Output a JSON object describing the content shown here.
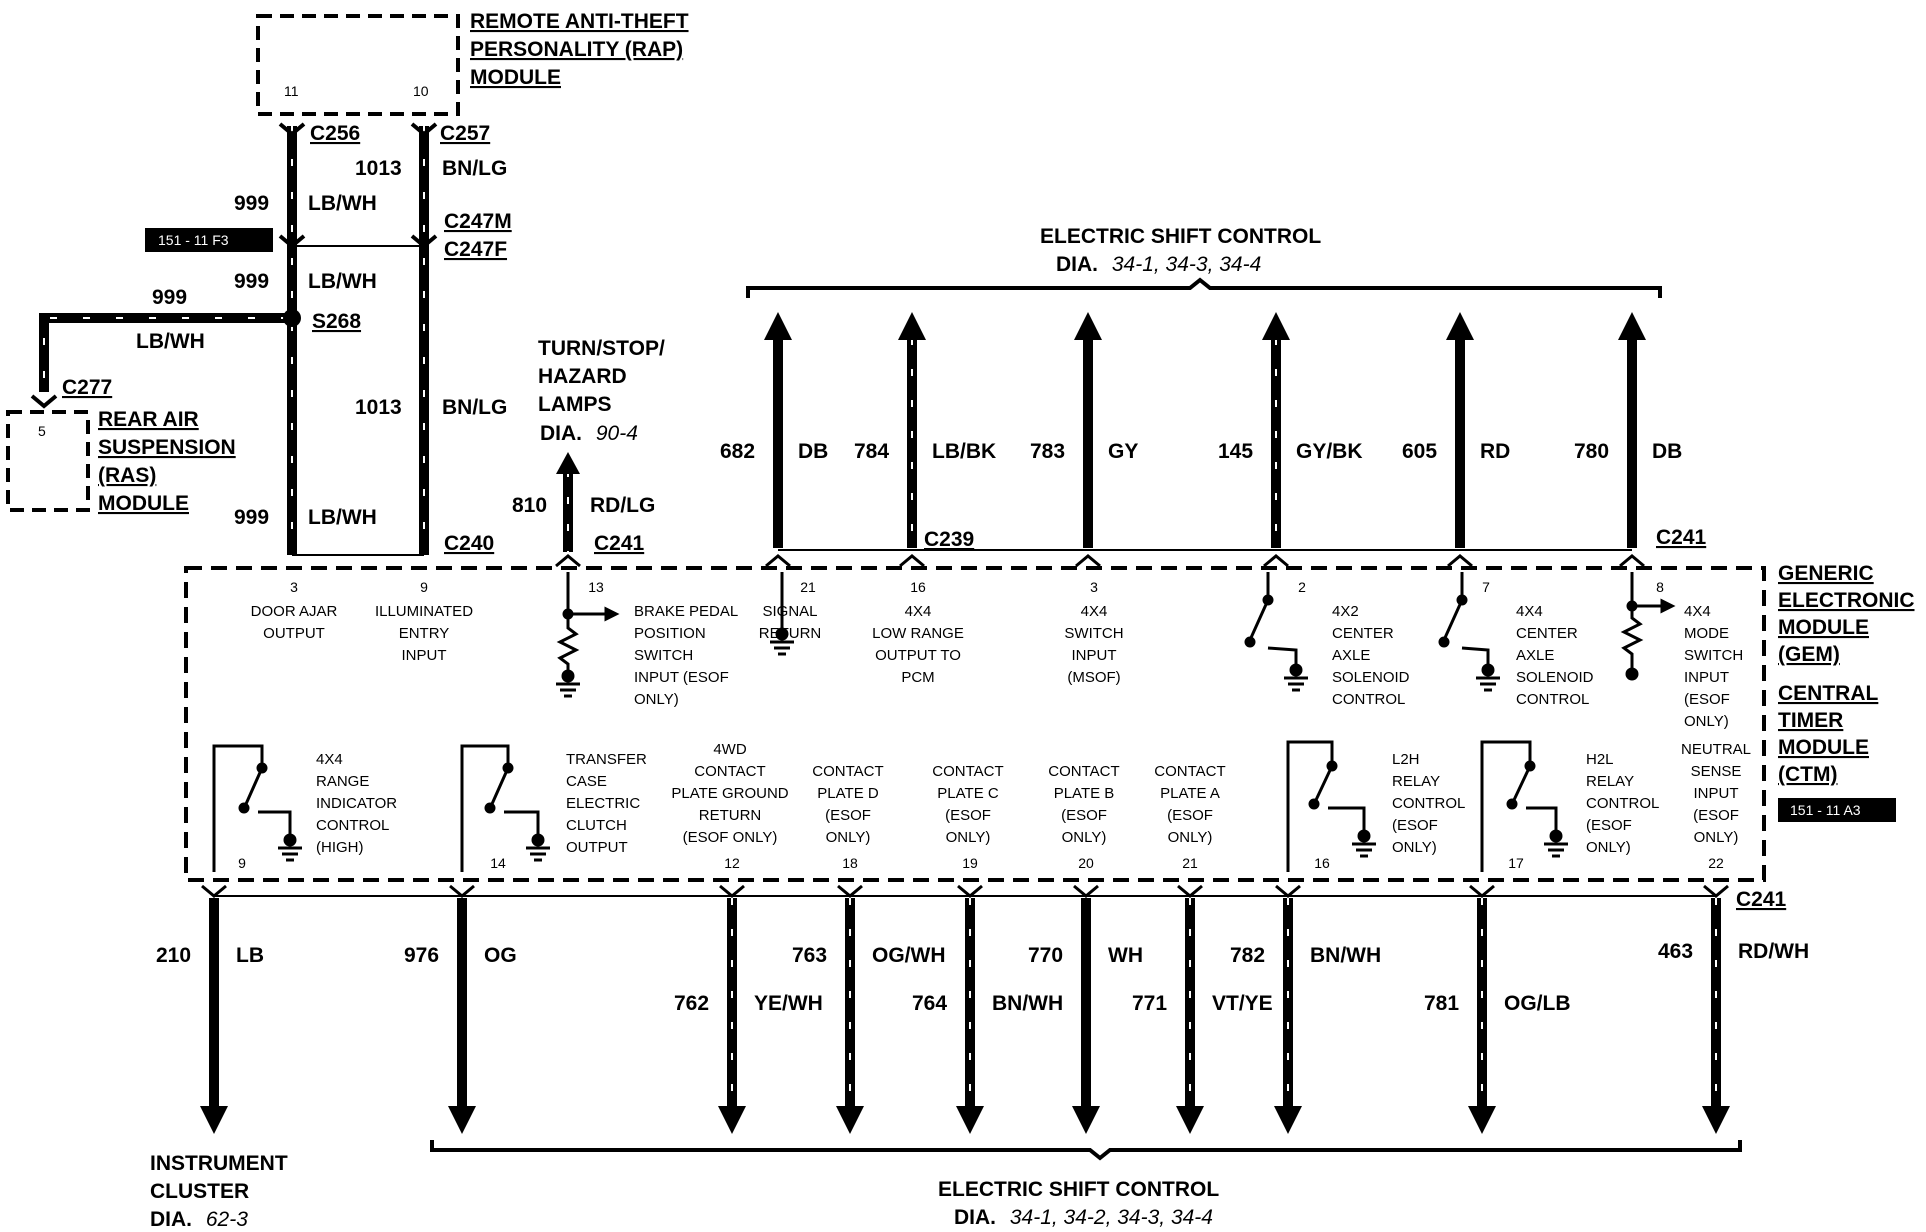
{
  "modules": {
    "rap": [
      "REMOTE ANTI-THEFT",
      "PERSONALITY (RAP)",
      "MODULE"
    ],
    "ras": [
      "REAR AIR",
      "SUSPENSION",
      "(RAS)",
      "MODULE"
    ],
    "gem": [
      "GENERIC",
      "ELECTRONIC",
      "MODULE",
      "(GEM)"
    ],
    "ctm": [
      "CENTRAL",
      "TIMER",
      "MODULE",
      "(CTM)"
    ]
  },
  "refs": {
    "top_left_page": "151 - 11 F3",
    "gem_page": "151 - 11 A3"
  },
  "rap_pins": [
    "11",
    "10"
  ],
  "ras_pin": "5",
  "connectors": {
    "c256": "C256",
    "c257": "C257",
    "c247m": "C247M",
    "c247f": "C247F",
    "s268": "S268",
    "c277": "C277",
    "c240": "C240",
    "c241_a": "C241",
    "c239": "C239",
    "c241_b": "C241",
    "c241_c": "C241"
  },
  "left_wires": {
    "c999_1": "999",
    "lbwh_1": "LB/WH",
    "c1013_1": "1013",
    "bnlg_1": "BN/LG",
    "c999_2": "999",
    "lbwh_2": "LB/WH",
    "c999_3": "999",
    "lbwh_3": "LB/WH",
    "c1013_2": "1013",
    "bnlg_2": "BN/LG",
    "c999_4": "999",
    "lbwh_4": "LB/WH"
  },
  "turn_stop": {
    "lines": [
      "TURN/STOP/",
      "HAZARD",
      "LAMPS"
    ],
    "dia_label": "DIA.",
    "dia_ref": "90-4",
    "circuit": "810",
    "color": "RD/LG"
  },
  "top_group": {
    "title": "ELECTRIC SHIFT CONTROL",
    "dia_label": "DIA.",
    "dia_refs": "34-1, 34-3, 34-4"
  },
  "top_wires": [
    {
      "circuit": "682",
      "color": "DB"
    },
    {
      "circuit": "784",
      "color": "LB/BK"
    },
    {
      "circuit": "783",
      "color": "GY"
    },
    {
      "circuit": "145",
      "color": "GY/BK"
    },
    {
      "circuit": "605",
      "color": "RD"
    },
    {
      "circuit": "780",
      "color": "DB"
    }
  ],
  "top_pins": [
    {
      "pin": "3",
      "lines": [
        "DOOR AJAR",
        "OUTPUT"
      ]
    },
    {
      "pin": "9",
      "lines": [
        "ILLUMINATED",
        "ENTRY",
        "INPUT"
      ]
    },
    {
      "pin": "13",
      "lines": [
        "BRAKE PEDAL",
        "POSITION",
        "SWITCH",
        "INPUT (ESOF",
        "ONLY)"
      ]
    },
    {
      "pin": "21",
      "lines": [
        "SIGNAL",
        "RETURN"
      ]
    },
    {
      "pin": "16",
      "lines": [
        "4X4",
        "LOW RANGE",
        "OUTPUT TO",
        "PCM"
      ]
    },
    {
      "pin": "3",
      "lines": [
        "4X4",
        "SWITCH",
        "INPUT",
        "(MSOF)"
      ]
    },
    {
      "pin": "2",
      "lines": [
        "4X2",
        "CENTER",
        "AXLE",
        "SOLENOID",
        "CONTROL"
      ]
    },
    {
      "pin": "7",
      "lines": [
        "4X4",
        "CENTER",
        "AXLE",
        "SOLENOID",
        "CONTROL"
      ]
    },
    {
      "pin": "8",
      "lines": [
        "4X4",
        "MODE",
        "SWITCH",
        "INPUT",
        "(ESOF",
        "ONLY)"
      ]
    }
  ],
  "bottom_pins": [
    {
      "pin": "9",
      "lines": [
        "4X4",
        "RANGE",
        "INDICATOR",
        "CONTROL",
        "(HIGH)"
      ]
    },
    {
      "pin": "14",
      "lines": [
        "TRANSFER",
        "CASE",
        "ELECTRIC",
        "CLUTCH",
        "OUTPUT"
      ]
    },
    {
      "pin": "12",
      "lines": [
        "4WD",
        "CONTACT",
        "PLATE GROUND",
        "RETURN",
        "(ESOF  ONLY)"
      ]
    },
    {
      "pin": "18",
      "lines": [
        "CONTACT",
        "PLATE D",
        "(ESOF",
        "ONLY)"
      ]
    },
    {
      "pin": "19",
      "lines": [
        "CONTACT",
        "PLATE C",
        "(ESOF",
        "ONLY)"
      ]
    },
    {
      "pin": "20",
      "lines": [
        "CONTACT",
        "PLATE B",
        "(ESOF",
        "ONLY)"
      ]
    },
    {
      "pin": "21",
      "lines": [
        "CONTACT",
        "PLATE A",
        "(ESOF",
        "ONLY)"
      ]
    },
    {
      "pin": "16",
      "lines": [
        "L2H",
        "RELAY",
        "CONTROL",
        "(ESOF",
        "ONLY)"
      ]
    },
    {
      "pin": "17",
      "lines": [
        "H2L",
        "RELAY",
        "CONTROL",
        "(ESOF",
        "ONLY)"
      ]
    },
    {
      "pin": "22",
      "lines": [
        "NEUTRAL",
        "SENSE",
        "INPUT",
        "(ESOF",
        "ONLY)"
      ]
    }
  ],
  "bottom_wires": [
    {
      "circuit": "210",
      "color": "LB"
    },
    {
      "circuit": "976",
      "color": "OG"
    },
    {
      "circuit": "762",
      "color": "YE/WH"
    },
    {
      "circuit": "763",
      "color": "OG/WH"
    },
    {
      "circuit": "764",
      "color": "BN/WH"
    },
    {
      "circuit": "770",
      "color": "WH"
    },
    {
      "circuit": "771",
      "color": "VT/YE"
    },
    {
      "circuit": "782",
      "color": "BN/WH"
    },
    {
      "circuit": "781",
      "color": "OG/LB"
    },
    {
      "circuit": "463",
      "color": "RD/WH"
    }
  ],
  "instrument_cluster": {
    "lines": [
      "INSTRUMENT",
      "CLUSTER"
    ],
    "dia_label": "DIA.",
    "dia_ref": "62-3"
  },
  "bottom_group": {
    "title": "ELECTRIC SHIFT CONTROL",
    "dia_label": "DIA.",
    "dia_refs": "34-1, 34-2, 34-3, 34-4"
  }
}
